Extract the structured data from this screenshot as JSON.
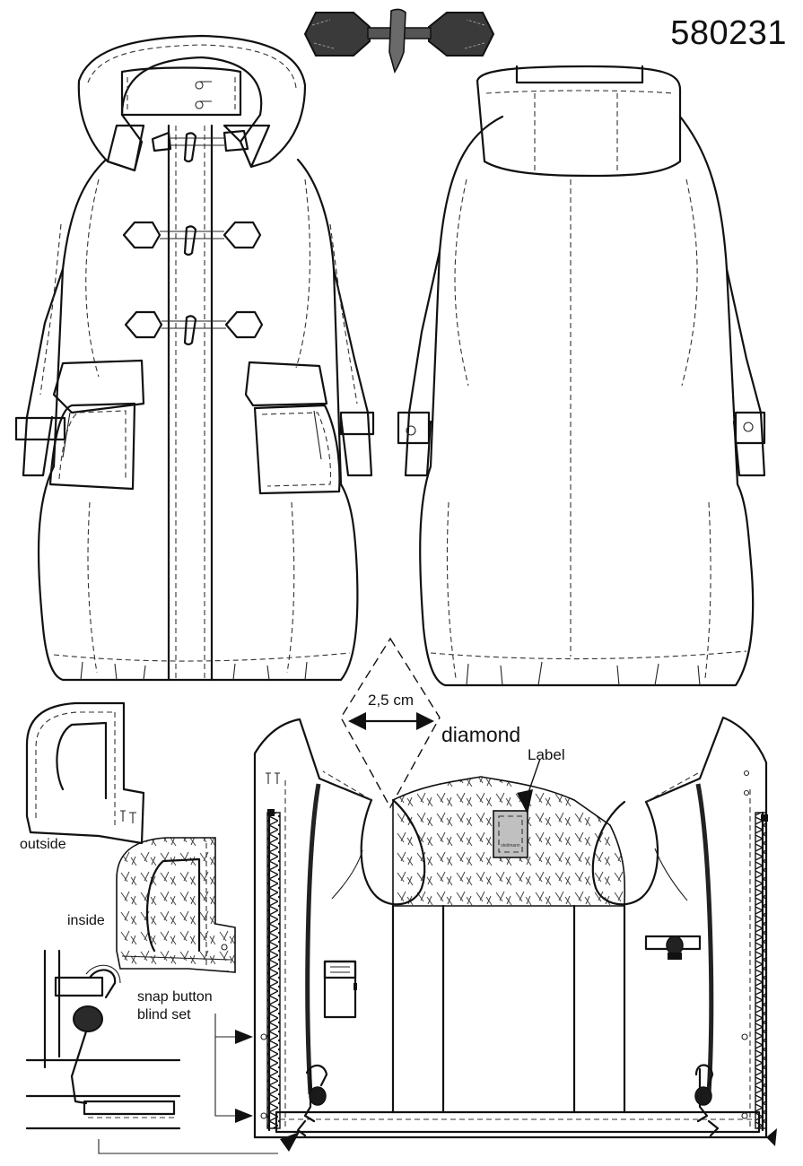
{
  "model_number": "580231",
  "annotations": {
    "dimension": "2,5 cm",
    "diamond": "diamond",
    "label": "Label",
    "outside": "outside",
    "inside": "inside",
    "snap_line1": "snap button",
    "snap_line2": "blind set"
  },
  "label_tag_text": "steilmann"
}
